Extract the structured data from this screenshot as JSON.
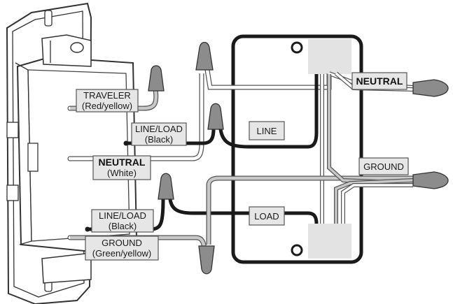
{
  "labels": {
    "traveler_title": "TRAVELER",
    "traveler_sub": "(Red/yellow)",
    "lineload1_title": "LINE/LOAD",
    "lineload1_sub": "(Black)",
    "neutral_title": "NEUTRAL",
    "neutral_sub": "(White)",
    "lineload2_title": "LINE/LOAD",
    "lineload2_sub": "(Black)",
    "ground_title": "GROUND",
    "ground_sub": "(Green/yellow)",
    "line": "LINE",
    "load": "LOAD",
    "box_neutral": "NEUTRAL",
    "box_ground": "GROUND"
  },
  "wire_colors": {
    "black": "#1a1a1a",
    "white": "#ffffff",
    "gray": "#b8b8b8",
    "outline": "#555555"
  },
  "icons": [
    "dimmer-switch-icon",
    "wire-nut-icon",
    "electrical-box-icon"
  ]
}
